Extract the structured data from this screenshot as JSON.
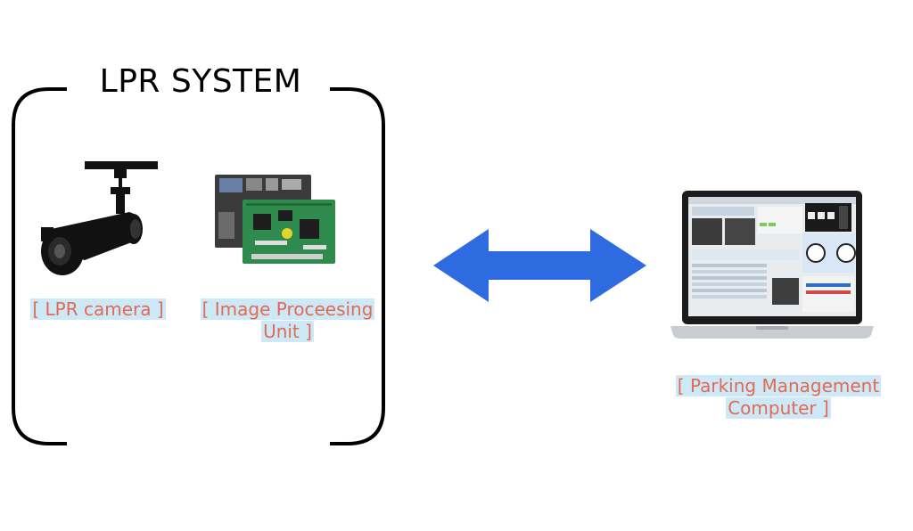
{
  "system": {
    "title": "LPR SYSTEM"
  },
  "components": [
    {
      "label": "[ LPR camera ]",
      "icon": "cctv-camera-icon"
    },
    {
      "label_line1": "[ Image Proceesing",
      "label_line2": "Unit ]",
      "icon": "circuit-board-icon"
    }
  ],
  "connection": {
    "icon": "bidirectional-arrow-icon",
    "color": "#2f6be0"
  },
  "computer": {
    "label_line1": "[ Parking Management",
    "label_line2": "Computer ]",
    "icon": "laptop-icon"
  },
  "colors": {
    "label_text": "#e26a52",
    "label_highlight": "#cde9f7",
    "arrow": "#2f6be0"
  }
}
